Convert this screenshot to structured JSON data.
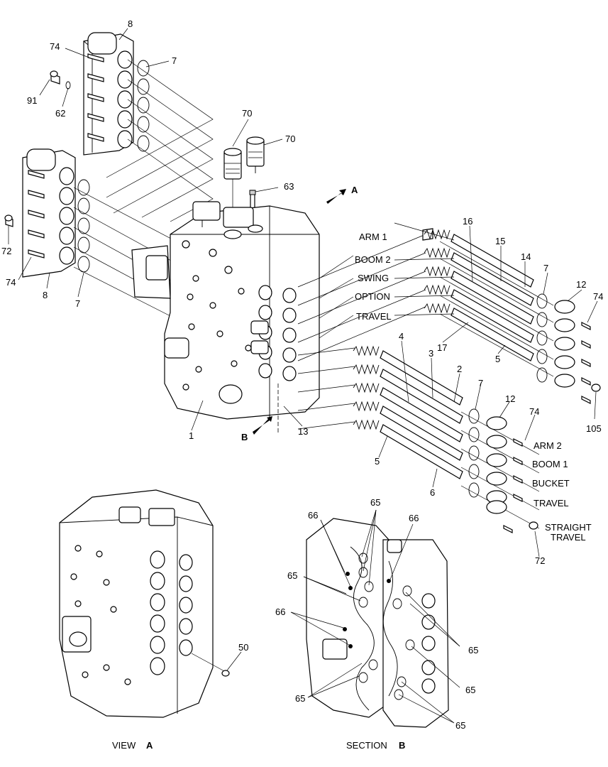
{
  "callouts": {
    "c8a": "8",
    "c74a": "74",
    "c7a": "7",
    "c91": "91",
    "c62": "62",
    "c70a": "70",
    "c70b": "70",
    "c63": "63",
    "cA": "A",
    "c72a": "72",
    "c74b": "74",
    "c8b": "8",
    "c7b": "7",
    "c16": "16",
    "c15": "15",
    "c14": "14",
    "c7c": "7",
    "c12a": "12",
    "c74c": "74",
    "c17": "17",
    "c5a": "5",
    "c105": "105",
    "c4": "4",
    "c3": "3",
    "c2": "2",
    "c7d": "7",
    "c12b": "12",
    "c74d": "74",
    "c5b": "5",
    "c6": "6",
    "c72b": "72",
    "c1": "1",
    "c13": "13",
    "cB": "B",
    "c50": "50",
    "c66a": "66",
    "c65a": "65",
    "c66b": "66",
    "c65b": "65",
    "c66c": "66",
    "c65c": "65",
    "c65d": "65",
    "c65e": "65",
    "c65f": "65"
  },
  "section_labels": {
    "arm1": "ARM 1",
    "boom2": "BOOM 2",
    "swing": "SWING",
    "option": "OPTION",
    "travel_upper": "TRAVEL",
    "arm2": "ARM 2",
    "boom1": "BOOM 1",
    "bucket": "BUCKET",
    "travel_lower": "TRAVEL",
    "straight": "STRAIGHT",
    "travel_st": "TRAVEL"
  },
  "captions": {
    "view_a": "VIEW",
    "view_a_letter": "A",
    "section_b": "SECTION",
    "section_b_letter": "B"
  }
}
